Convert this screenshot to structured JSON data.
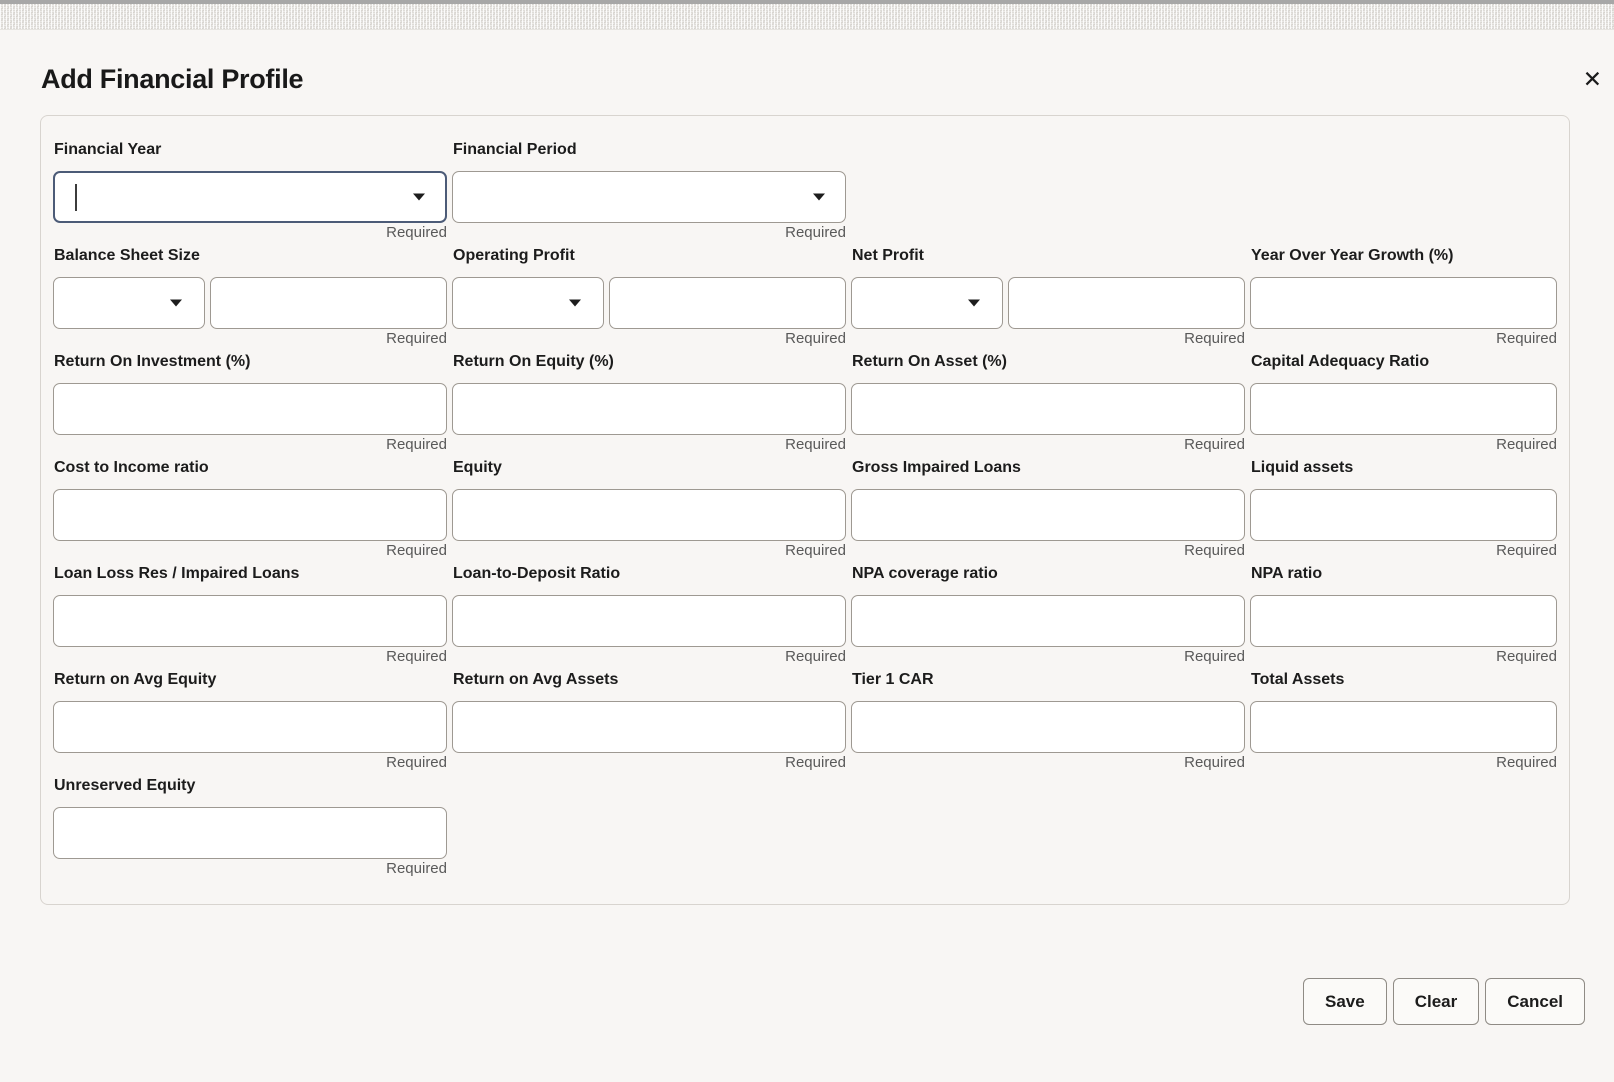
{
  "window": {
    "close_icon": "✕"
  },
  "dialog": {
    "title": "Add Financial Profile"
  },
  "form": {
    "rows": [
      [
        {
          "label": "Financial Year",
          "control": "combobox",
          "value": "",
          "focused": true,
          "hint": "Required"
        },
        {
          "label": "Financial Period",
          "control": "combobox",
          "value": "",
          "hint": "Required"
        }
      ],
      [
        {
          "label": "Balance Sheet Size",
          "control": "unit-amount",
          "unit_value": "",
          "value": "",
          "hint": "Required"
        },
        {
          "label": "Operating Profit",
          "control": "unit-amount",
          "unit_value": "",
          "value": "",
          "hint": "Required"
        },
        {
          "label": "Net Profit",
          "control": "unit-amount",
          "unit_value": "",
          "value": "",
          "hint": "Required"
        },
        {
          "label": "Year Over Year Growth (%)",
          "control": "input",
          "value": "",
          "hint": "Required"
        }
      ],
      [
        {
          "label": "Return On Investment (%)",
          "control": "input",
          "value": "",
          "hint": "Required"
        },
        {
          "label": "Return On Equity (%)",
          "control": "input",
          "value": "",
          "hint": "Required"
        },
        {
          "label": "Return On Asset (%)",
          "control": "input",
          "value": "",
          "hint": "Required"
        },
        {
          "label": "Capital Adequacy Ratio",
          "control": "input",
          "value": "",
          "hint": "Required"
        }
      ],
      [
        {
          "label": "Cost to Income ratio",
          "control": "input",
          "value": "",
          "hint": "Required"
        },
        {
          "label": "Equity",
          "control": "input",
          "value": "",
          "hint": "Required"
        },
        {
          "label": "Gross Impaired Loans",
          "control": "input",
          "value": "",
          "hint": "Required"
        },
        {
          "label": "Liquid assets",
          "control": "input",
          "value": "",
          "hint": "Required"
        }
      ],
      [
        {
          "label": "Loan Loss Res / Impaired Loans",
          "control": "input",
          "value": "",
          "hint": "Required"
        },
        {
          "label": "Loan-to-Deposit Ratio",
          "control": "input",
          "value": "",
          "hint": "Required"
        },
        {
          "label": "NPA coverage ratio",
          "control": "input",
          "value": "",
          "hint": "Required"
        },
        {
          "label": "NPA ratio",
          "control": "input",
          "value": "",
          "hint": "Required"
        }
      ],
      [
        {
          "label": "Return on Avg Equity",
          "control": "input",
          "value": "",
          "hint": "Required"
        },
        {
          "label": "Return on Avg Assets",
          "control": "input",
          "value": "",
          "hint": "Required"
        },
        {
          "label": "Tier 1 CAR",
          "control": "input",
          "value": "",
          "hint": "Required"
        },
        {
          "label": "Total Assets",
          "control": "input",
          "value": "",
          "hint": "Required"
        }
      ],
      [
        {
          "label": "Unreserved Equity",
          "control": "input",
          "value": "",
          "hint": "Required"
        }
      ]
    ]
  },
  "footer": {
    "buttons": [
      {
        "label": "Save"
      },
      {
        "label": "Clear"
      },
      {
        "label": "Cancel"
      }
    ]
  },
  "colors": {
    "focus_border": "#4c5b77",
    "input_border": "#9e9992",
    "card_border": "#d8d4cf",
    "background": "#f8f6f4",
    "hint_text": "#595959",
    "top_strip": "#a7a7a7"
  }
}
